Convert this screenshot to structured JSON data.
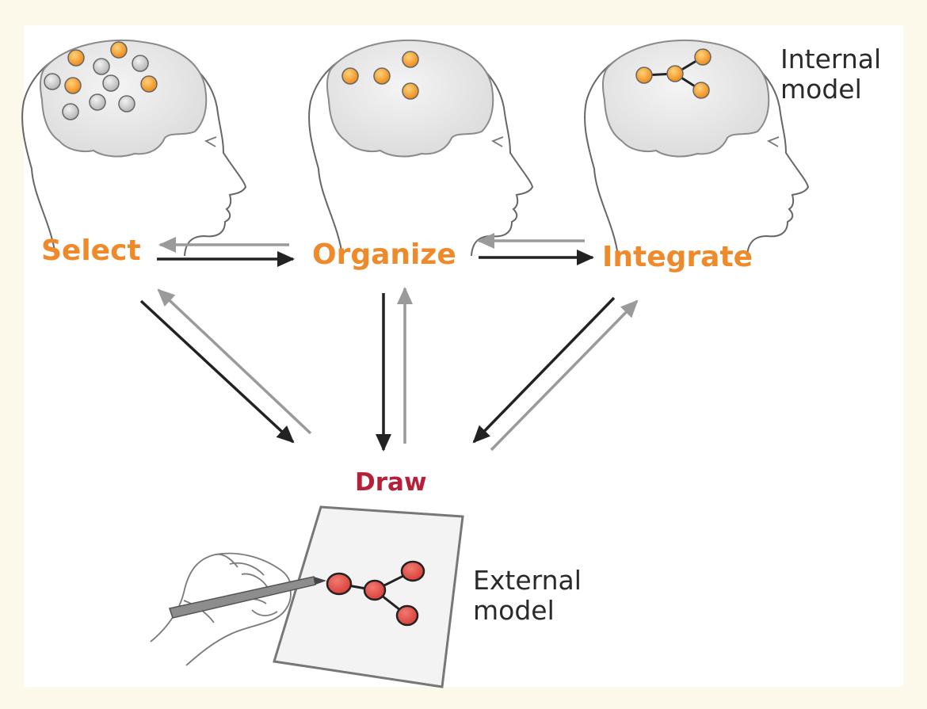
{
  "stages": {
    "select": "Select",
    "organize": "Organize",
    "integrate": "Integrate",
    "draw": "Draw"
  },
  "annotations": {
    "internal_line1": "Internal",
    "internal_line2": "model",
    "external_line1": "External",
    "external_line2": "model"
  },
  "colors": {
    "background": "#fdf9ea",
    "stage_label": "#ee8a2a",
    "draw_label": "#b5213a",
    "selected_node": "#f39a1e",
    "unselected_node": "#c9c9c9",
    "external_node": "#e0473f",
    "arrow_forward": "#222222",
    "arrow_back": "#9a9a9a"
  },
  "icons": [
    "head-icon",
    "brain-icon",
    "hand-icon",
    "pen-icon",
    "paper-icon"
  ]
}
